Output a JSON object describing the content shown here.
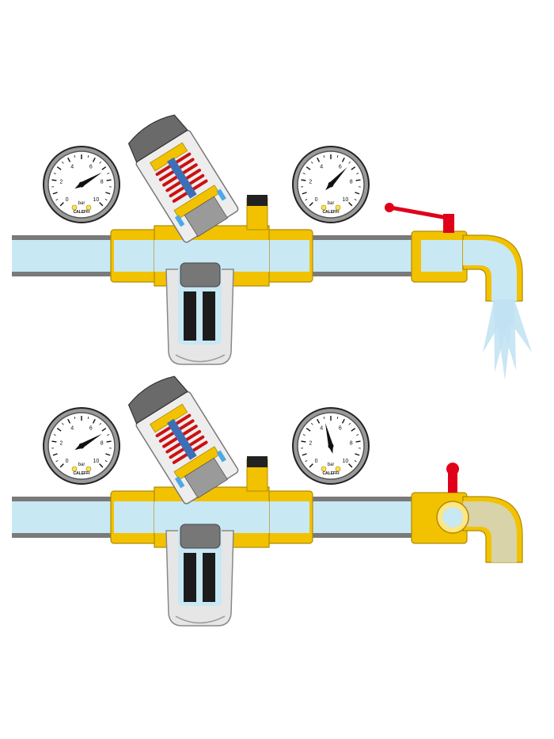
{
  "gauge": {
    "scale_labels": [
      "0",
      "2",
      "4",
      "6",
      "8",
      "10"
    ],
    "unit": "bar",
    "brand": "CALEFFI"
  },
  "colors": {
    "brass": "#f2c200",
    "brass_outline": "#b08a00",
    "water": "#c8e8f4",
    "pipe_gray": "#7a7a7a",
    "valve_red": "#e0001a",
    "spring_red": "#cc1010",
    "knob_gray": "#6a6a6a",
    "filter_black": "#1c1c1c",
    "stagnant_pipe": "#d8d3a8",
    "spray_blue": "#bfe2f2",
    "seal_blue": "#4fa8e6"
  },
  "diagrams": [
    {
      "id": "top",
      "tap_state": "open",
      "upstream_gauge_needle_value": 7.2,
      "downstream_gauge_needle_value": 6.6
    },
    {
      "id": "bottom",
      "tap_state": "closed",
      "upstream_gauge_needle_value": 7.2,
      "downstream_gauge_needle_value": 4.5
    }
  ]
}
